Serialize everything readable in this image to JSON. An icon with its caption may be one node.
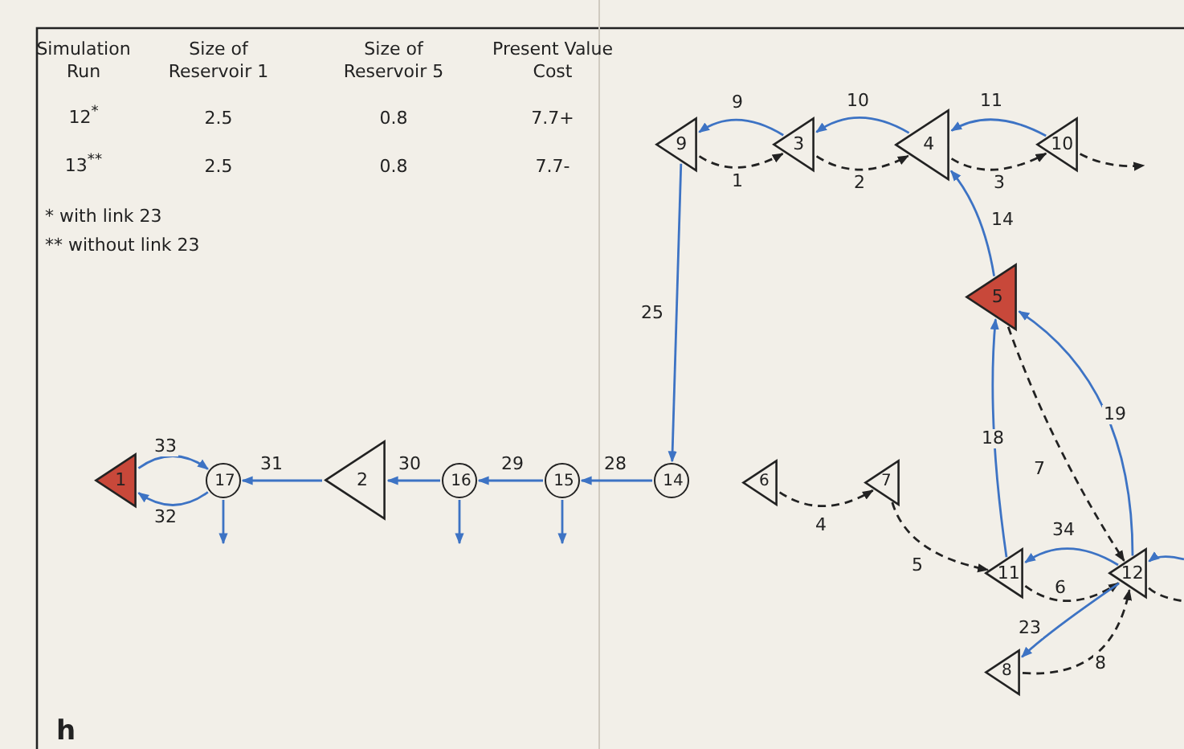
{
  "diagram": {
    "nodes": [
      {
        "text": [
          "9"
        ]
      },
      {
        "text": [
          "3"
        ]
      },
      {
        "text": [
          "4"
        ]
      },
      {
        "text": [
          "10"
        ]
      },
      {
        "text": [
          "5"
        ]
      },
      {
        "text": [
          "6"
        ]
      },
      {
        "text": [
          "7"
        ]
      },
      {
        "text": [
          "11"
        ]
      },
      {
        "text": [
          "12"
        ]
      },
      {
        "text": [
          "8"
        ]
      },
      {
        "text": [
          "1"
        ]
      },
      {
        "text": [
          "17"
        ]
      },
      {
        "text": [
          "2"
        ]
      },
      {
        "text": [
          "16"
        ]
      },
      {
        "text": [
          "15"
        ]
      },
      {
        "text": [
          "14"
        ]
      }
    ],
    "edges": [
      {
        "from": 1,
        "to": 0,
        "arrow": "to",
        "label": "9"
      },
      {
        "from": 0,
        "to": 1,
        "arrow": "to",
        "label": "1",
        "style": "dashed",
        "color": "#222222"
      },
      {
        "from": 2,
        "to": 1,
        "arrow": "to",
        "label": "10"
      },
      {
        "from": 1,
        "to": 2,
        "arrow": "to",
        "label": "2",
        "style": "dashed",
        "color": "#222222"
      },
      {
        "from": 3,
        "to": 2,
        "arrow": "to",
        "label": "11"
      },
      {
        "from": 2,
        "to": 3,
        "arrow": "to",
        "label": "3",
        "style": "dashed",
        "color": "#222222"
      },
      {
        "from": 3,
        "to": null,
        "arrow": "to",
        "style": "dashed",
        "color": "#222222"
      },
      {
        "from": 4,
        "to": 2,
        "arrow": "to",
        "label": "14"
      },
      {
        "from": 0,
        "to": 15,
        "arrow": "to",
        "label": "25"
      },
      {
        "from": 15,
        "to": 14,
        "arrow": "to",
        "label": "28"
      },
      {
        "from": 14,
        "to": 13,
        "arrow": "to",
        "label": "29"
      },
      {
        "from": 13,
        "to": 12,
        "arrow": "to",
        "label": "30"
      },
      {
        "from": 12,
        "to": 11,
        "arrow": "to",
        "label": "31"
      },
      {
        "from": 10,
        "to": 11,
        "arrow": "to",
        "label": "33"
      },
      {
        "from": 11,
        "to": 10,
        "arrow": "to",
        "label": "32"
      },
      {
        "from": 11,
        "to": null,
        "arrow": "to"
      },
      {
        "from": 13,
        "to": null,
        "arrow": "to"
      },
      {
        "from": 14,
        "to": null,
        "arrow": "to"
      },
      {
        "from": 5,
        "to": 6,
        "arrow": "to",
        "label": "4",
        "style": "dashed",
        "color": "#222222"
      },
      {
        "from": 6,
        "to": 7,
        "arrow": "to",
        "label": "5",
        "style": "dashed",
        "color": "#222222"
      },
      {
        "from": 7,
        "to": 8,
        "arrow": "to",
        "label": "6",
        "style": "dashed",
        "color": "#222222"
      },
      {
        "from": 4,
        "to": 8,
        "arrow": "to",
        "label": "7",
        "style": "dashed",
        "color": "#222222"
      },
      {
        "from": 7,
        "to": 4,
        "arrow": "to",
        "label": "18"
      },
      {
        "from": 8,
        "to": 4,
        "arrow": "to",
        "label": "19"
      },
      {
        "from": 8,
        "to": 7,
        "arrow": "to",
        "label": "34"
      },
      {
        "from": 8,
        "to": 9,
        "arrow": "to",
        "label": "23"
      },
      {
        "from": 9,
        "to": 8,
        "arrow": "to",
        "label": "8",
        "style": "dashed",
        "color": "#222222"
      },
      {
        "from": null,
        "to": 8,
        "arrow": "to"
      },
      {
        "from": 8,
        "to": null,
        "arrow": "none",
        "style": "dashed",
        "color": "#222222"
      }
    ],
    "labels": [
      "Simulation Run",
      "Size of Reservoir 1",
      "Size of Reservoir 5",
      "Present Value Cost",
      "12$^{*}$",
      "2.5",
      "0.8",
      "7.7+",
      "13$^{**}$",
      "2.5",
      "0.8",
      "7.7-",
      "* with link 23",
      "** without link 23",
      "h"
    ]
  }
}
